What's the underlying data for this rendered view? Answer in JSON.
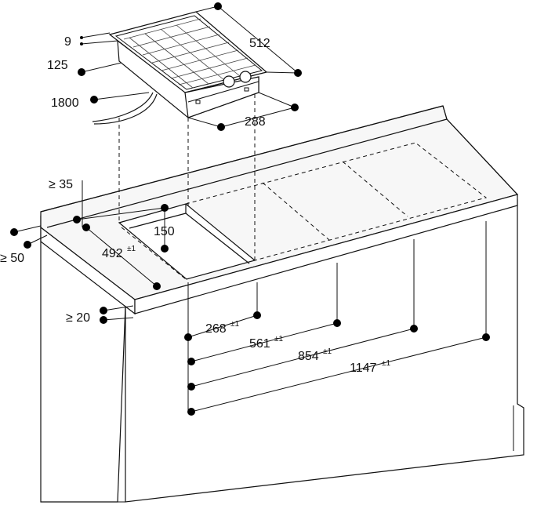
{
  "dimensions": {
    "top_gap": "9",
    "height_125": "125",
    "width_512": "512",
    "cable_1800": "1800",
    "depth_288": "288",
    "min_35": "≥ 35",
    "cutout_150": "150",
    "min_50": "≥ 50",
    "cutout_492": "492",
    "tol": "±1",
    "min_20": "≥ 20",
    "d_268": "268",
    "d_561": "561",
    "d_854": "854",
    "d_1147": "1147"
  }
}
